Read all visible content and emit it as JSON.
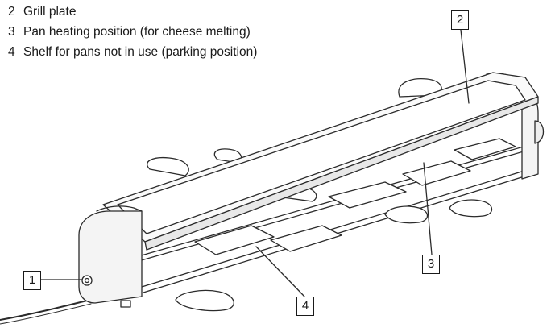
{
  "legend": [
    {
      "num": "2",
      "text": "Grill plate"
    },
    {
      "num": "3",
      "text": "Pan heating position (for cheese melting)"
    },
    {
      "num": "4",
      "text": "Shelf for pans not in use (parking position)"
    }
  ],
  "callouts": {
    "c1": "1",
    "c2": "2",
    "c3": "3",
    "c4": "4"
  }
}
